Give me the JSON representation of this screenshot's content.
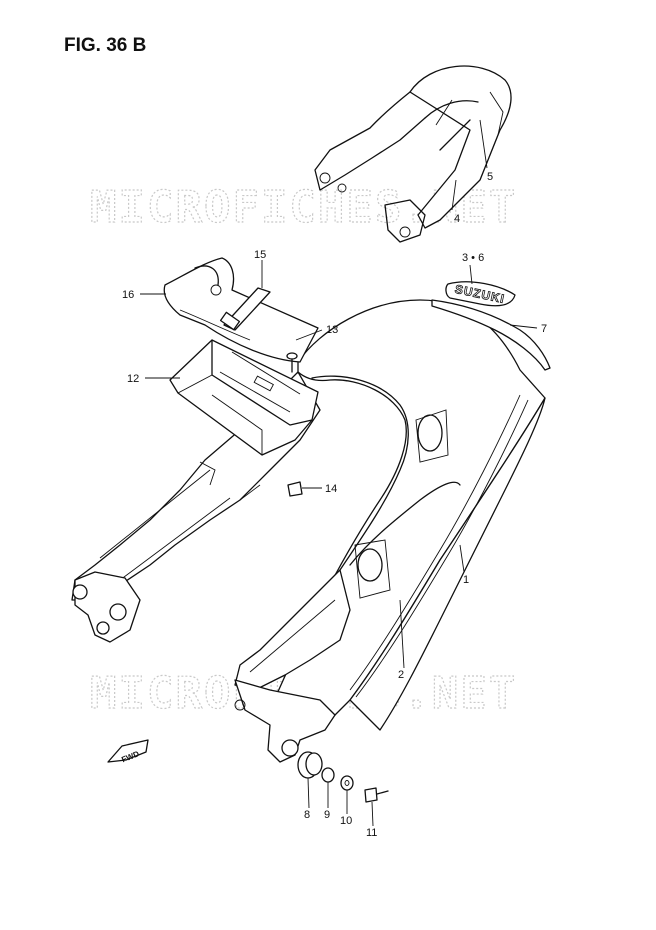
{
  "figure": {
    "title": "FIG. 36 B"
  },
  "watermark": {
    "text_top": "MICROFICHES.NET",
    "text_bottom": "MICROFICHES.NET"
  },
  "fwd_arrow": {
    "label": "FWD"
  },
  "emblem": {
    "text": "SUZUKI"
  },
  "callouts": [
    {
      "id": "1",
      "text": "1"
    },
    {
      "id": "2",
      "text": "2"
    },
    {
      "id": "3-6",
      "text": "3 • 6"
    },
    {
      "id": "4",
      "text": "4"
    },
    {
      "id": "5",
      "text": "5"
    },
    {
      "id": "7",
      "text": "7"
    },
    {
      "id": "8",
      "text": "8"
    },
    {
      "id": "9",
      "text": "9"
    },
    {
      "id": "10",
      "text": "10"
    },
    {
      "id": "11",
      "text": "11"
    },
    {
      "id": "12",
      "text": "12"
    },
    {
      "id": "13",
      "text": "13"
    },
    {
      "id": "14",
      "text": "14"
    },
    {
      "id": "15",
      "text": "15"
    },
    {
      "id": "16",
      "text": "16"
    }
  ]
}
